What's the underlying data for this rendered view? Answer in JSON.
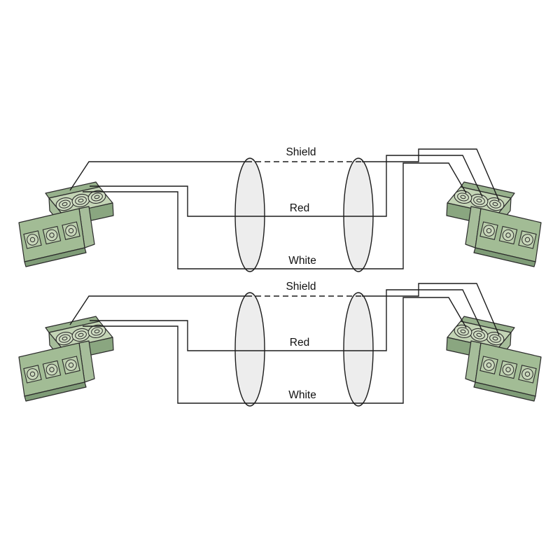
{
  "diagram": {
    "kind": "wiring-diagram",
    "rows": [
      {
        "wires": [
          {
            "label": "Shield",
            "line_style": "dashed"
          },
          {
            "label": "Red",
            "line_style": "solid"
          },
          {
            "label": "White",
            "line_style": "solid"
          }
        ],
        "left_connector_icon": "3-pin-green-terminal-block-icon",
        "right_connector_icon": "3-pin-green-terminal-block-icon",
        "cable_jacket_sections": 2
      },
      {
        "wires": [
          {
            "label": "Shield",
            "line_style": "dashed"
          },
          {
            "label": "Red",
            "line_style": "solid"
          },
          {
            "label": "White",
            "line_style": "solid"
          }
        ],
        "left_connector_icon": "3-pin-green-terminal-block-icon",
        "right_connector_icon": "3-pin-green-terminal-block-icon",
        "cable_jacket_sections": 2
      }
    ],
    "colors": {
      "background": "#ffffff",
      "wire": "#1c1c1c",
      "cable_fill": "#ededed",
      "connector_green_light": "#c3d4b5",
      "connector_green": "#a2bc95",
      "connector_green_dark": "#8aa680",
      "outline": "#2b2b2b"
    }
  }
}
